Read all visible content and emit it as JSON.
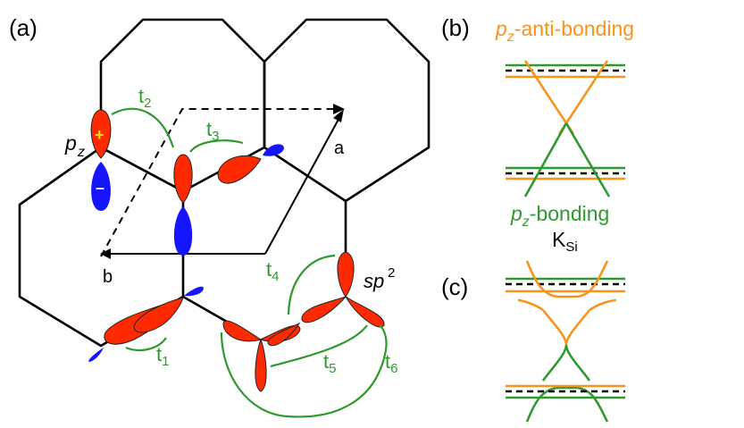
{
  "panels": {
    "a": "(a)",
    "b": "(b)",
    "c": "(c)"
  },
  "lattice_labels": {
    "a": "a",
    "b": "b",
    "pz_p": "p",
    "pz_sub": "z",
    "sp2_sp": "sp",
    "sp2_sup": "2",
    "plus": "+",
    "minus": "–"
  },
  "hoppings": [
    {
      "t": "t",
      "sub": "1"
    },
    {
      "t": "t",
      "sub": "2"
    },
    {
      "t": "t",
      "sub": "3"
    },
    {
      "t": "t",
      "sub": "4"
    },
    {
      "t": "t",
      "sub": "5"
    },
    {
      "t": "t",
      "sub": "6"
    }
  ],
  "band_labels": {
    "antibonding_p": "p",
    "antibonding_sub": "z",
    "antibonding_rest": "-anti-bonding",
    "bonding_p": "p",
    "bonding_sub": "z",
    "bonding_rest": "-bonding",
    "k_main": "K",
    "k_sub": "Si"
  },
  "colors": {
    "orbital_lobe": "#ff2a00",
    "orbital_minus_lobe": "#1515ff",
    "hopping_and_bonding": "#2e9a2e",
    "antibonding": "#f7941d",
    "fermi_level": "#000000"
  }
}
